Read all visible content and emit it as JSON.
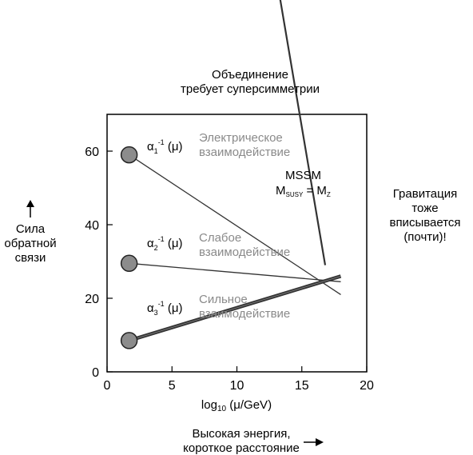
{
  "chart_data": {
    "type": "line",
    "xlabel": "log10 (μ/GeV)",
    "xlim": [
      0,
      20
    ],
    "ylim": [
      0,
      70
    ],
    "xticks": [
      0,
      5,
      10,
      15,
      20
    ],
    "yticks": [
      0,
      20,
      40,
      60
    ],
    "series": [
      {
        "name": "Электрическое взаимодействие",
        "label": "α1-1 (μ)",
        "start": {
          "x": 1.7,
          "y": 59
        },
        "x": [
          1.7,
          18
        ],
        "y": [
          59,
          21
        ]
      },
      {
        "name": "Слабое взаимодействие",
        "label": "α2-1 (μ)",
        "start": {
          "x": 1.7,
          "y": 29.5
        },
        "x": [
          1.7,
          18
        ],
        "y": [
          29.5,
          24.5
        ]
      },
      {
        "name": "Сильное взаимодействие",
        "label": "α3-1 (μ)",
        "start": {
          "x": 1.7,
          "y": 8.5
        },
        "x": [
          1.7,
          18
        ],
        "y": [
          8.5,
          26
        ]
      },
      {
        "name": "Гравитация",
        "x": [
          13.3,
          16.8
        ],
        "y": [
          102,
          29
        ]
      }
    ],
    "annotations": {
      "unification_line1": "Объединение",
      "unification_line2": "требует суперсимметрии",
      "mssm": "MSSM",
      "msusy_m": "M",
      "msusy_sub": "SUSY",
      "msusy_eq": " = M",
      "msusy_z": "Z",
      "alpha_sym": "α",
      "alpha1_sub": "1",
      "alpha2_sub": "2",
      "alpha3_sub": "3",
      "alpha_sup": "-1",
      "alpha_mu": " (μ)",
      "em_line1": "Электрическое",
      "em_line2": "взаимодействие",
      "weak_line1": "Слабое",
      "weak_line2": "взаимодействие",
      "strong_line1": "Сильное",
      "strong_line2": "взаимодействие"
    },
    "xlabel_parts": {
      "log": "log",
      "sub": "10",
      "rest": " (μ/GeV)"
    },
    "ylabel_lines": [
      "Сила",
      "обратной",
      "связи"
    ],
    "right_note_lines": [
      "Гравитация",
      "тоже",
      "вписывается",
      "(почти)!"
    ],
    "bottom_note_lines": [
      "Высокая энергия,",
      "короткое расстояние"
    ]
  }
}
